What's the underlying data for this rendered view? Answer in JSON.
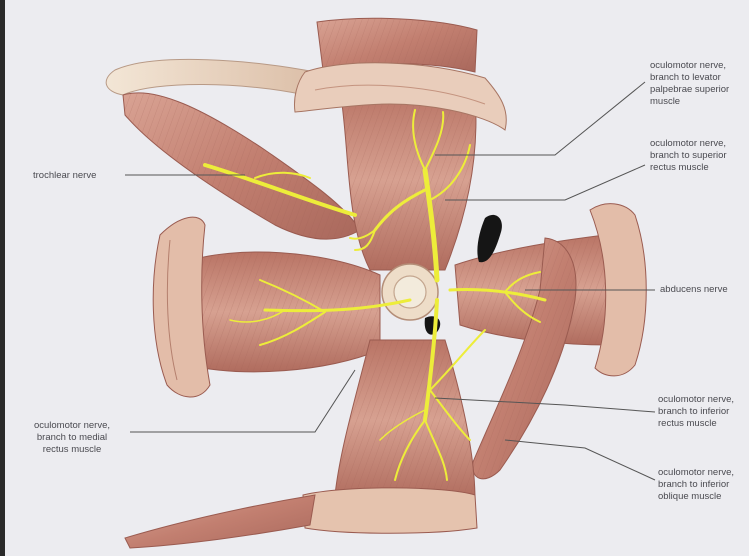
{
  "labels": {
    "levator": "oculomotor nerve,\nbranch to levator\npalpebrae superior\nmuscle",
    "superior_rectus": "oculomotor nerve,\nbranch to superior\nrectus muscle",
    "trochlear": "trochlear nerve",
    "abducens": "abducens nerve",
    "medial_rectus": "oculomotor nerve,\nbranch to medial\nrectus muscle",
    "inferior_rectus": "oculomotor nerve,\nbranch to inferior\nrectus muscle",
    "inferior_oblique": "oculomotor nerve,\nbranch to inferior\noblique muscle"
  },
  "colors": {
    "background": "#ececf0",
    "muscle": "#c98a7a",
    "muscle_dark": "#9e5f55",
    "tendon": "#ead7c4",
    "nerve": "#eded3a",
    "leader_line": "#555555"
  }
}
